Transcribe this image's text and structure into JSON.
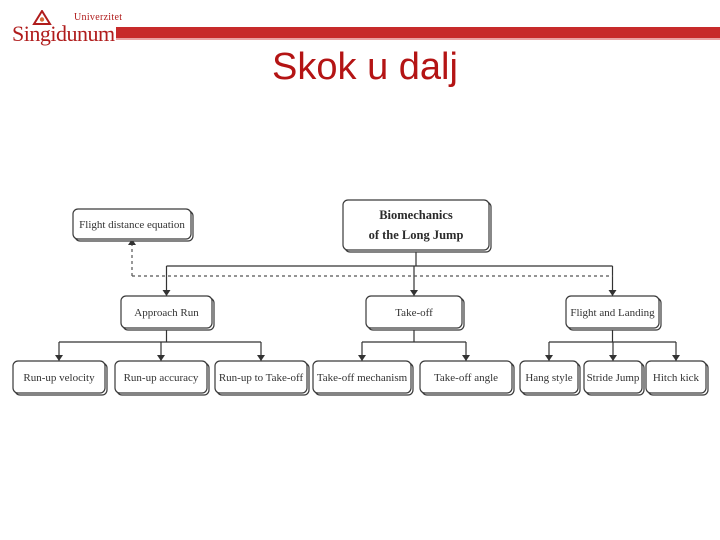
{
  "header": {
    "logo_top": "Univerzitet",
    "logo_name": "Singidunum",
    "title": "Skok u dalj",
    "brand_color": "#c72a2a",
    "title_color": "#b41414"
  },
  "diagram": {
    "root": [
      "Biomechanics",
      "of the  Long Jump"
    ],
    "equation": "Flight distance equation",
    "phases": [
      "Approach Run",
      "Take-off",
      "Flight and Landing"
    ],
    "leaves": [
      "Run-up velocity",
      "Run-up accuracy",
      "Run-up to Take-off",
      "Take-off mechanism",
      "Take-off angle",
      "Hang style",
      "Stride Jump",
      "Hitch kick"
    ]
  }
}
